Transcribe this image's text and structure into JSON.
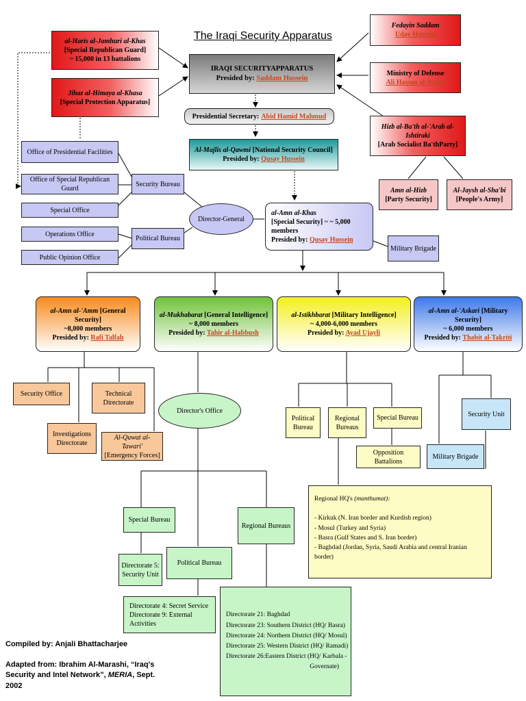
{
  "title": "The Iraqi Security Apparatus",
  "apex": {
    "name": "IRAQI SECURITYAPPARATUS",
    "presided_label": "Presided by:",
    "leader": "Saddam Hussein"
  },
  "haris": {
    "name": "al-Haris al-Jamhuri al-Khas",
    "english": "[Special Republican Guard]",
    "size": "~ 15,000 in 13 battalions"
  },
  "jihaz": {
    "name": "Jihaz al-Himaya al-Khasa",
    "english": "[Special Protection Apparatus]"
  },
  "fedayin": {
    "name": "Fedayin Saddam",
    "leader": "Uday Hussein"
  },
  "defense": {
    "name": "Ministry of Defense",
    "leader": "Ali Hassan al-Majid"
  },
  "baath": {
    "name": "Hizb al-Ba'th al-'Arab al-Ishtiraki",
    "english": "[Arab Socialist Ba'thParty]"
  },
  "amn_hizb": {
    "name": "Amn al-Hizb",
    "english": "[Party Security]"
  },
  "jaysh": {
    "name": "Al-Jaysh al-Sha'bi",
    "english": "[People's Army]"
  },
  "secretary": {
    "label": "Presidential Secretary:",
    "leader": "Abid Hamid Mahmud"
  },
  "nsc": {
    "name": "Al-Majlis al-Qawmi",
    "english": "[National Security Council]",
    "presided_label": "Presided by:",
    "leader": "Qusay Hussein"
  },
  "left_offices": {
    "presidential_facilities": "Office of Presidential Facilities",
    "srg_office": "Office of Special Republican Guard",
    "special_office": "Special Office",
    "operations": "Operations Office",
    "public_opinion": "Public Opinion Office",
    "security_bureau": "Security Bureau",
    "political_bureau": "Political Bureau",
    "director_general": "Director-General"
  },
  "amn_khas": {
    "name": "al-Amn al-Khas",
    "english": "[Special Security]",
    "size": "~ 5,000 members",
    "presided_label": "Presided by:",
    "leader": "Qusay Hussein"
  },
  "military_brigade_top": "Military Brigade",
  "general_security": {
    "name": "al-Amn al-'Amm",
    "english": "[General Security]",
    "size": "~8,000 members",
    "presided_label": "Presided by:",
    "leader": "Rafi Talfah"
  },
  "mukhabarat": {
    "name": "al-Mukhabarat",
    "english": "[General Intelligence]",
    "size": "~ 8,000 members",
    "presided_label": "Presided by:",
    "leader": "Tahir al-Habbush"
  },
  "istikhbarat": {
    "name": "al-Istikhbarat",
    "english": "[Military Intelligence]",
    "size": "~ 4,000-6,000 members",
    "presided_label": "Presided by:",
    "leader": "Ayad Ujayli"
  },
  "amn_askari": {
    "name": "al-Amn al-'Askari",
    "english": "[Military Security]",
    "size": "~ 6,000 members",
    "presided_label": "Presided by:",
    "leader": "Thabit al-Takriti"
  },
  "gs_units": {
    "security_office": "Security Office",
    "technical_1": "Technical",
    "technical_2": "Directorate",
    "investigations_1": "Investigations",
    "investigations_2": "Directorate",
    "quwat_name": "Al-Quwat al-Tawari'",
    "quwat_english": "[Emergency Forces]"
  },
  "muk_units": {
    "directors_office": "Director's Office",
    "special_bureau": "Special Bureau",
    "regional_bureaus": "Regional Bureaus",
    "political_bureau": "Political Bureau",
    "dir5_1": "Directorate 5:",
    "dir5_2": "Security Unit",
    "dir4": "Directorate 4: Secret Service",
    "dir9": "Directorate 9: External Activities",
    "regional_dirs": [
      "Directorate 21: Baghdad",
      "Directorate 23: Southern District (HQ/ Basra)",
      "Directorate 24: Northern District (HQ/ Mosul)",
      "Directorate 25: Western District (HQ/ Ramadi)",
      "Directorate 26:Eastern District (HQ/ Karbala -"
    ],
    "regional_dirs_tail": "Governate)"
  },
  "mi_units": {
    "political_1": "Political",
    "political_2": "Bureau",
    "regional_1": "Regional",
    "regional_2": "Bureaus",
    "special_bureau": "Special Bureau",
    "opposition": "Opposition Battalions",
    "hq_title": "Regional HQ's",
    "hq_title_ital": "(manthumat):",
    "hq_items": [
      "- Kirkuk (N. Iran border and Kurdish region)",
      "- Mosul (Turkey and Syria)",
      "- Basra (Gulf States and S. Iran border)",
      "- Baghdad (Jordan, Syria, Saudi Arabia and central Iranian border)"
    ]
  },
  "ms_units": {
    "security_unit": "Security Unit",
    "military_brigade": "Military Brigade"
  },
  "credits": {
    "compiled": "Compiled by: Anjali Bhattacharjee",
    "adapted_1": "Adapted from: Ibrahim Al-Marashi, “Iraq's",
    "adapted_2a": "Security and Intel Network”, ",
    "adapted_2b": "MERIA",
    "adapted_2c": ", Sept.",
    "adapted_3": "2002"
  },
  "colors": {
    "red": "#e01818",
    "link": "#c4441c",
    "orange": "#f88a1e",
    "green": "#6fc23a",
    "yellow": "#f4ef20",
    "blue": "#3d78ea",
    "lavender": "#c8c8f4"
  }
}
